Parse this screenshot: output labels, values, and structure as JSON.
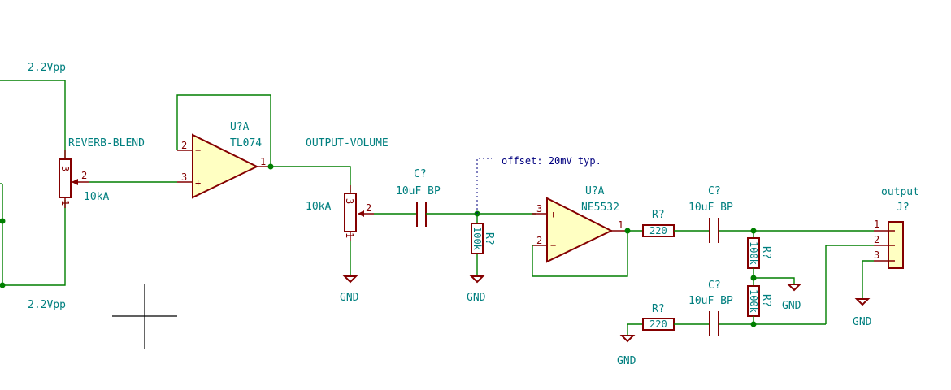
{
  "nets": {
    "top_level": "2.2Vpp",
    "bottom_level": "2.2Vpp",
    "reverb_blend": "REVERB-BLEND",
    "output_volume": "OUTPUT-VOLUME"
  },
  "pot_reverb": {
    "value": "10kA",
    "pin1": "1",
    "pin2": "2",
    "pin3": "3"
  },
  "opamp1": {
    "ref": "U?A",
    "value": "TL074",
    "pin_inv": "2",
    "pin_noninv": "3",
    "pin_out": "1",
    "minus": "−",
    "plus": "+"
  },
  "pot_volume": {
    "value": "10kA",
    "pin1": "1",
    "pin2": "2",
    "pin3": "3"
  },
  "cap1": {
    "ref": "C?",
    "value": "10uF BP"
  },
  "res_bias": {
    "ref": "R?",
    "value": "100k"
  },
  "note": {
    "text": "offset: 20mV typ."
  },
  "opamp2": {
    "ref": "U?A",
    "value": "NE5532",
    "pin_noninv": "3",
    "pin_inv": "2",
    "pin_out": "1",
    "minus": "−",
    "plus": "+"
  },
  "res_out1": {
    "ref": "R?",
    "value": "220"
  },
  "cap_out1": {
    "ref": "C?",
    "value": "10uF BP"
  },
  "res_out2": {
    "ref": "R?",
    "value": "220"
  },
  "cap_out2": {
    "ref": "C?",
    "value": "10uF BP"
  },
  "res_shunt1": {
    "ref": "R?",
    "value": "100k"
  },
  "res_shunt2": {
    "ref": "R?",
    "value": "100k"
  },
  "connector": {
    "ref": "J?",
    "value": "output",
    "pin1": "1",
    "pin2": "2",
    "pin3": "3"
  },
  "gnd": {
    "pot_volume": "GND",
    "res_bias": "GND",
    "shunt": "GND",
    "res_out2": "GND",
    "connector": "GND"
  }
}
